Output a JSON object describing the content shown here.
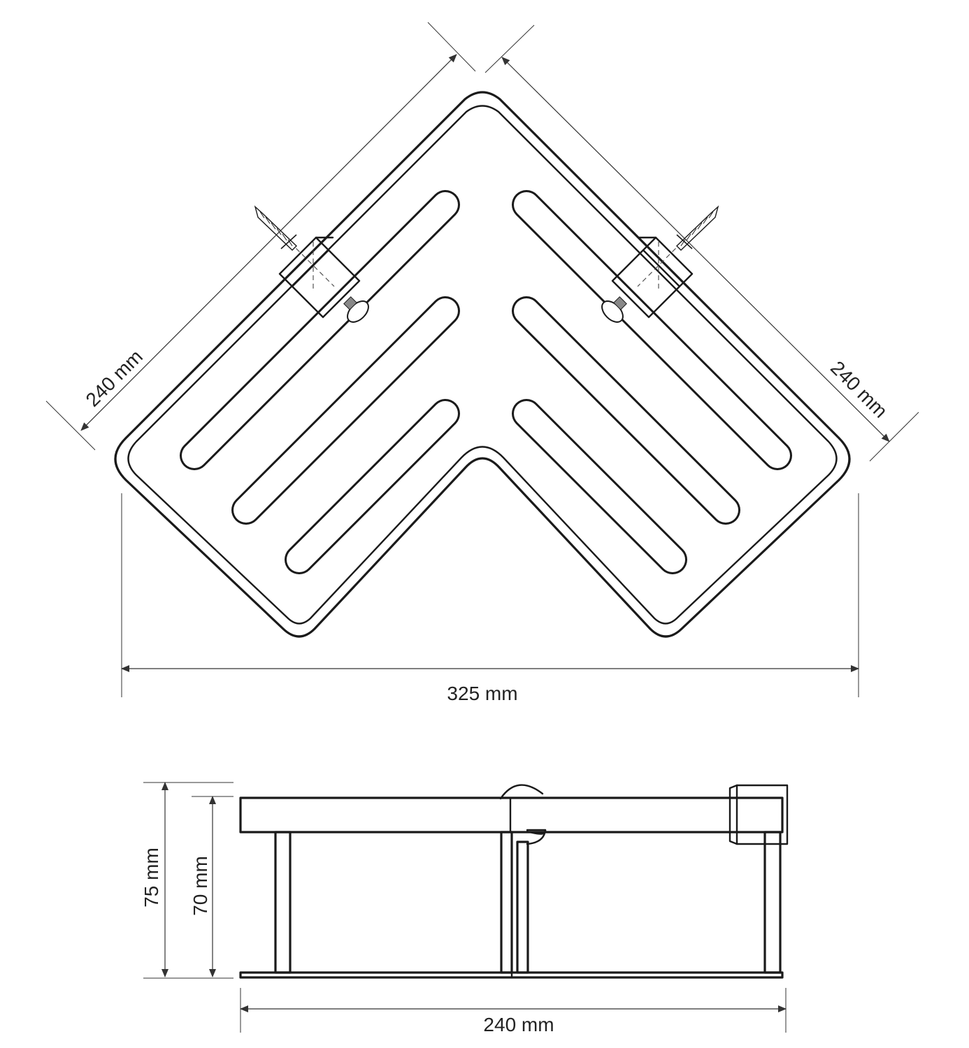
{
  "top_view": {
    "dim_side_left": "240 mm",
    "dim_side_right": "240 mm",
    "dim_width": "325 mm"
  },
  "side_view": {
    "dim_height_total": "75 mm",
    "dim_height_inner": "70 mm",
    "dim_depth": "240 mm"
  },
  "colors": {
    "line": "#1a1a1a",
    "background": "#ffffff"
  }
}
